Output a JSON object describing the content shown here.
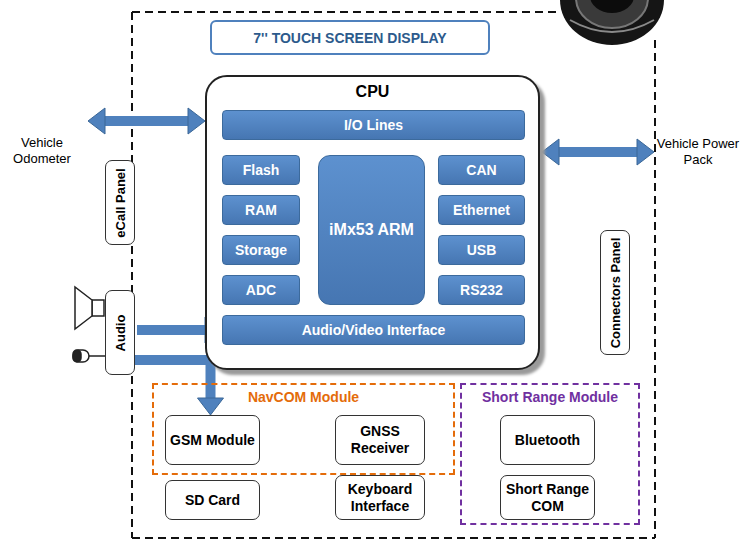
{
  "diagram": {
    "nodes": [
      {
        "text": [
          "7'' TOUCH SCREEN DISPLAY"
        ]
      },
      {
        "text": [
          "CPU"
        ]
      },
      {
        "text": [
          "I/O Lines"
        ],
        "in": 1
      },
      {
        "text": [
          "Flash"
        ],
        "in": 1
      },
      {
        "text": [
          "RAM"
        ],
        "in": 1
      },
      {
        "text": [
          "Storage"
        ],
        "in": 1
      },
      {
        "text": [
          "ADC"
        ],
        "in": 1
      },
      {
        "text": [
          "iMx53 ARM"
        ],
        "in": 1
      },
      {
        "text": [
          "CAN"
        ],
        "in": 1
      },
      {
        "text": [
          "Ethernet"
        ],
        "in": 1
      },
      {
        "text": [
          "USB"
        ],
        "in": 1
      },
      {
        "text": [
          "RS232"
        ],
        "in": 1
      },
      {
        "text": [
          "Audio/Video Interface"
        ],
        "in": 1
      },
      {
        "text": [
          "Vehicle Odometer"
        ]
      },
      {
        "text": [
          "Vehicle Power Pack"
        ]
      },
      {
        "text": [
          "eCall Panel"
        ]
      },
      {
        "text": [
          "Connectors Panel"
        ]
      },
      {
        "text": [
          "Audio"
        ]
      },
      {
        "text": [
          "NavCOM Module"
        ]
      },
      {
        "text": [
          "GSM Module"
        ],
        "in": 18
      },
      {
        "text": [
          "GNSS Receiver"
        ],
        "in": 18
      },
      {
        "text": [
          "Short Range Module"
        ]
      },
      {
        "text": [
          "Bluetooth"
        ],
        "in": 21
      },
      {
        "text": [
          "Short Range COM"
        ],
        "in": 21
      },
      {
        "text": [
          "SD Card"
        ]
      },
      {
        "text": [
          "Keyboard Interface"
        ]
      }
    ],
    "edges": [
      {
        "from": 13,
        "to": 1,
        "arrow": "both"
      },
      {
        "from": 1,
        "to": 14,
        "arrow": "both"
      },
      {
        "from": 17,
        "to": 12,
        "arrow": "to"
      },
      {
        "from": 17,
        "to": 19,
        "arrow": "to"
      }
    ]
  }
}
